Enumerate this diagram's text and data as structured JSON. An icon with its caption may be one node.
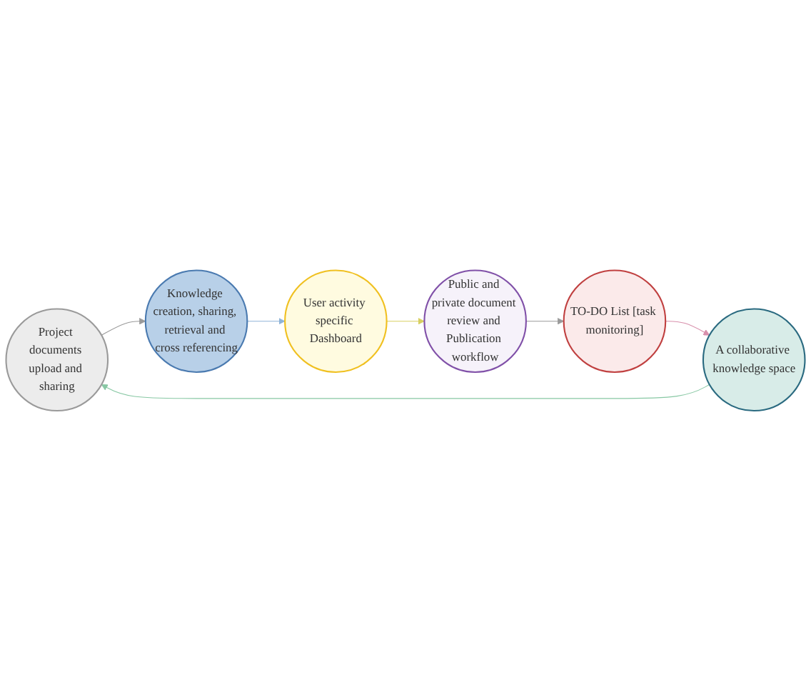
{
  "diagram": {
    "nodes": [
      {
        "text": [
          "Project documents upload and sharing"
        ]
      },
      {
        "text": [
          "Knowledge creation, sharing, retrieval and cross referencing"
        ]
      },
      {
        "text": [
          "User activity specific Dashboard"
        ]
      },
      {
        "text": [
          "Public and private document review and Publication workflow"
        ]
      },
      {
        "text": [
          "TO-DO List [task monitoring]"
        ]
      },
      {
        "text": [
          "A collaborative knowledge space"
        ]
      }
    ],
    "edges": [
      {
        "from": 0,
        "to": 1,
        "arrow": "to",
        "color": "#9a9a9a"
      },
      {
        "from": 1,
        "to": 2,
        "arrow": "to",
        "color": "#8fb4d8"
      },
      {
        "from": 2,
        "to": 3,
        "arrow": "to",
        "color": "#d8cf60"
      },
      {
        "from": 3,
        "to": 4,
        "arrow": "to",
        "color": "#9a9a9a"
      },
      {
        "from": 4,
        "to": 5,
        "arrow": "to",
        "color": "#d890ac"
      },
      {
        "from": 5,
        "to": 0,
        "arrow": "to",
        "color": "#88c8a4"
      }
    ]
  }
}
